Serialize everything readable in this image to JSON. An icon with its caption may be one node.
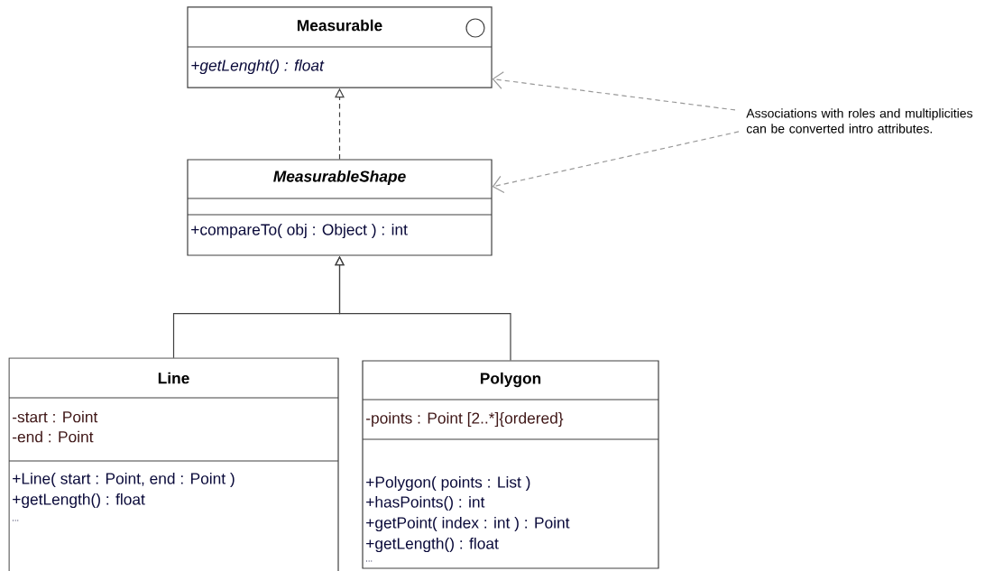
{
  "diagram": {
    "nodes": [
      {
        "text": [
          "Measurable",
          "+getLenght() : float"
        ]
      },
      {
        "text": [
          "MeasurableShape",
          "+compareTo( obj : Object ) : int"
        ]
      },
      {
        "text": [
          "Line",
          "-start : Point",
          "-end : Point",
          "+Line( start : Point, end : Point )",
          "+getLength() : float",
          "..."
        ]
      },
      {
        "text": [
          "Polygon",
          "-points : Point [2..*]{ordered}",
          "+Polygon( points : List )",
          "+hasPoints() : int",
          "+getPoint( index : int ) : Point",
          "+getLength() : float",
          "..."
        ]
      },
      {
        "text": [
          "Associations with roles and multiplicities can be converted intro attributes."
        ]
      }
    ],
    "edges": [
      {
        "from": 1,
        "to": 0,
        "arrow": "to",
        "style": "dashed"
      },
      {
        "from": 2,
        "to": 1,
        "arrow": "to"
      },
      {
        "from": 3,
        "to": 1,
        "arrow": "to"
      },
      {
        "from": 4,
        "to": 0,
        "arrow": "to",
        "style": "dashed",
        "color": "#999999"
      },
      {
        "from": 4,
        "to": 1,
        "arrow": "to",
        "style": "dashed",
        "color": "#999999"
      }
    ]
  }
}
